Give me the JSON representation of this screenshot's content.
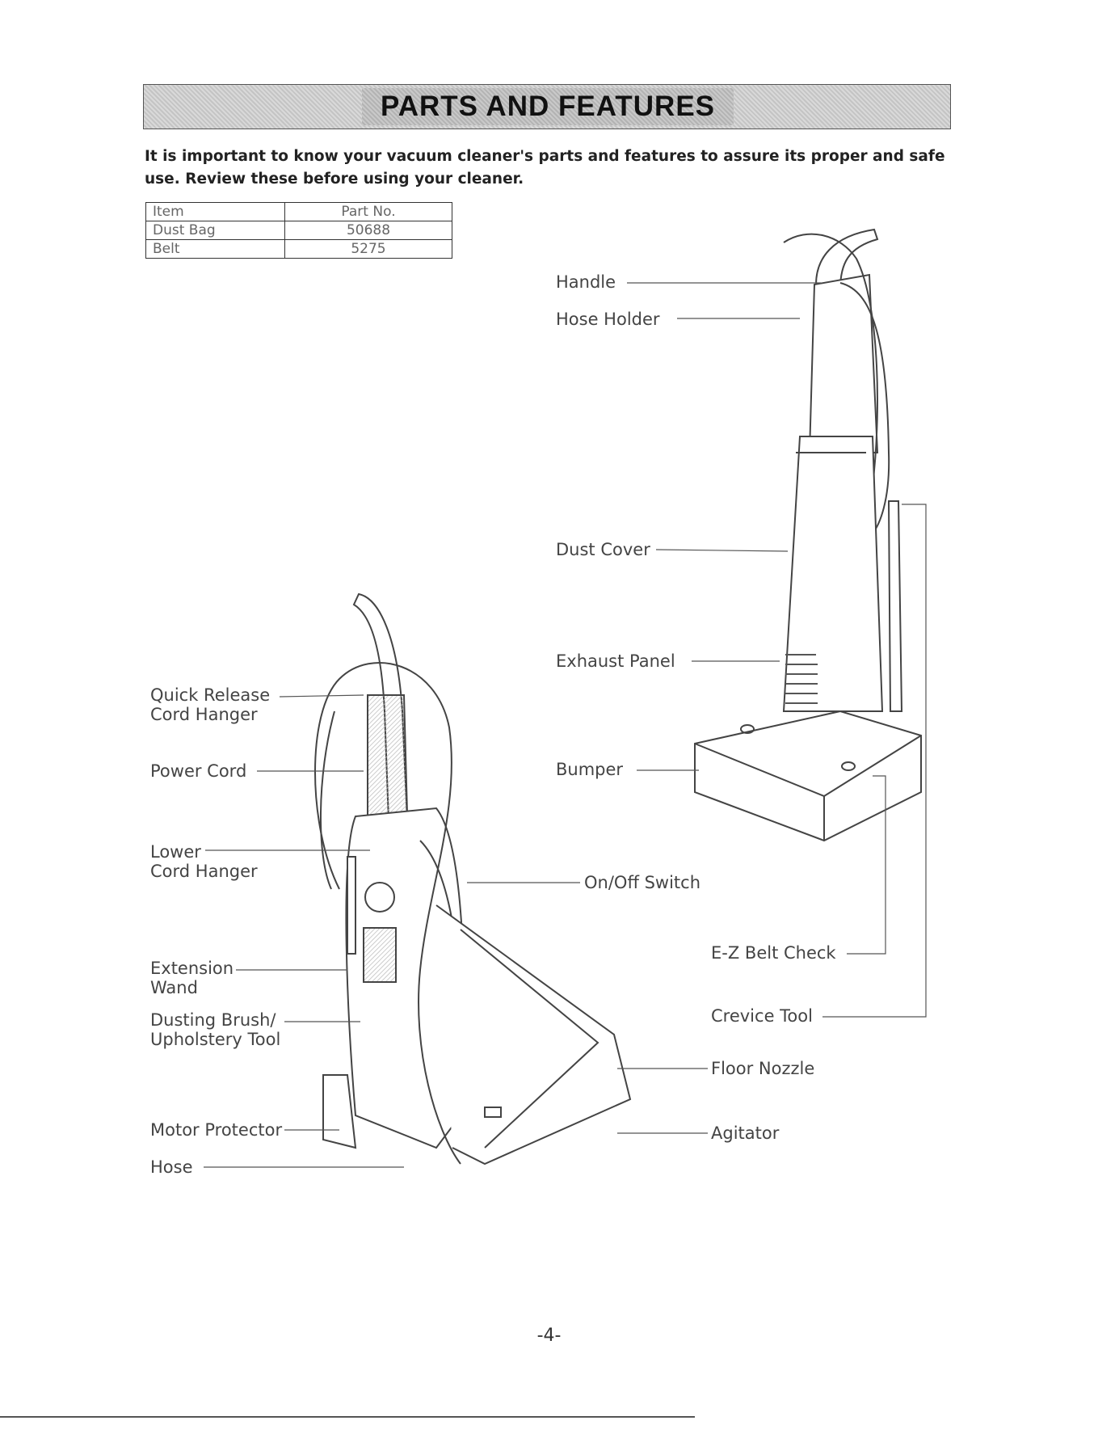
{
  "title": "PARTS AND FEATURES",
  "intro": "It is important to know your vacuum cleaner's parts and features to assure its proper and safe use. Review these before using your cleaner.",
  "parts_table": {
    "headers": [
      "Item",
      "Part No."
    ],
    "rows": [
      [
        "Dust Bag",
        "50688"
      ],
      [
        "Belt",
        "5275"
      ]
    ]
  },
  "callouts": {
    "handle": "Handle",
    "hose_holder": "Hose Holder",
    "dust_cover": "Dust Cover",
    "exhaust_panel": "Exhaust Panel",
    "bumper": "Bumper",
    "on_off_switch": "On/Off Switch",
    "ez_belt_check": "E-Z Belt Check",
    "crevice_tool": "Crevice Tool",
    "floor_nozzle": "Floor Nozzle",
    "agitator": "Agitator",
    "quick_release_cord_hanger": "Quick Release\nCord Hanger",
    "power_cord": "Power Cord",
    "lower_cord_hanger": "Lower\nCord Hanger",
    "extension_wand": "Extension\nWand",
    "dusting_brush": "Dusting Brush/\nUpholstery Tool",
    "motor_protector": "Motor Protector",
    "hose": "Hose"
  },
  "page_number": "-4-"
}
